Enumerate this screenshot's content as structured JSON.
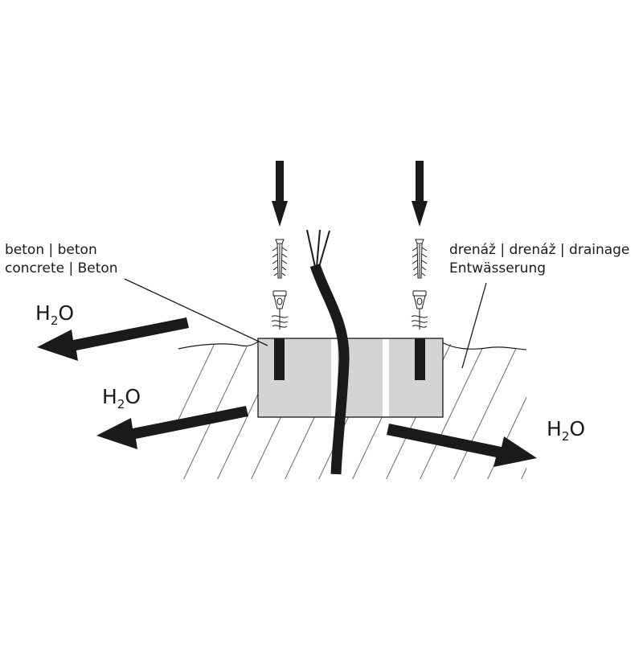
{
  "labels": {
    "concrete_line1": "beton | beton",
    "concrete_line2": "concrete | Beton",
    "drainage_line1": "drenáž | drenáž | drainage",
    "drainage_line2": "Entwässerung",
    "water_left_top": {
      "main": "H",
      "sub": "2",
      "tail": "O"
    },
    "water_left_bottom": {
      "main": "H",
      "sub": "2",
      "tail": "O"
    },
    "water_right": {
      "main": "H",
      "sub": "2",
      "tail": "O"
    }
  },
  "icons": [
    "down-arrow-icon",
    "wall-plug-icon",
    "screw-icon",
    "cable-icon",
    "water-flow-arrow-icon"
  ],
  "colors": {
    "ink": "#1a1a1a",
    "block_fill": "#d4d4d4",
    "background": "#ffffff"
  }
}
